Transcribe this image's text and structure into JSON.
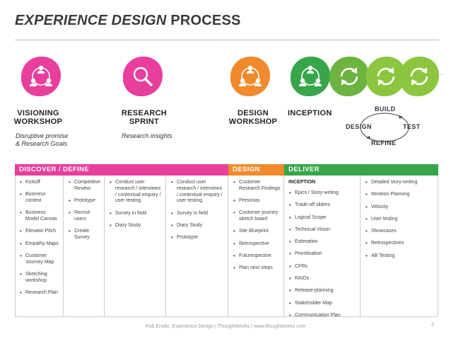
{
  "title": {
    "strong": "EXPERIENCE DESIGN",
    "rest": " PROCESS"
  },
  "stages": [
    {
      "label_line1": "VISIONING",
      "label_line2": "WORKSHOP",
      "sub_line1": "Disruptive promise",
      "sub_line2": "& Research Goals",
      "color": "#e83e9c",
      "icon": "people-cycle-icon"
    },
    {
      "label_line1": "RESEARCH",
      "label_line2": "SPRINT",
      "sub_line1": "Research insights",
      "color": "#e83e9c",
      "icon": "magnifier-icon"
    },
    {
      "label_line1": "DESIGN",
      "label_line2": "WORKSHOP",
      "color": "#f08a2c",
      "icon": "people-cycle-icon"
    },
    {
      "label_line1": "INCEPTION",
      "color": "#37a64a",
      "icon": "people-cycle-icon"
    }
  ],
  "cycle": {
    "build": "BUILD",
    "design": "DESIGN",
    "test": "TEST",
    "refine": "REFINE"
  },
  "cycle_colors": [
    "#6cb33f",
    "#8cc63f",
    "#8cc63f"
  ],
  "sections": [
    {
      "label": "DISCOVER / DEFINE",
      "color": "#e83e9c"
    },
    {
      "label": "DESIGN",
      "color": "#f08a2c"
    },
    {
      "label": "DELIVER",
      "color": "#37a64a"
    }
  ],
  "columns": [
    {
      "items": [
        "Kickoff",
        "Business context",
        "Business Model Canvas",
        "Elevator Pitch",
        "Empathy Maps",
        "Customer Journey Map",
        "Sketching workshop",
        "Research Plan"
      ]
    },
    {
      "items": [
        "Competitive Review",
        "Prototype",
        "Recruit users",
        "Create Survey"
      ]
    },
    {
      "items": [
        "Conduct user research / interviews / contextual enquiry / user testing",
        "Survey in field",
        "Diary Study"
      ]
    },
    {
      "items": [
        "Conduct user research / interviews / contextual enquiry / user testing",
        "Survey in field",
        "Diary Study",
        "Prototype"
      ]
    },
    {
      "items": [
        "Customer Research Findings",
        "Personas",
        "Customer journey sketch board",
        "Site Blueprint",
        "Retrospective",
        "Futurespective",
        "Plan next steps"
      ]
    },
    {
      "heading": "INCEPTION",
      "items": [
        "Epics / Story-writing",
        "Trade-off sliders",
        "Logical Scope",
        "Technical Vision",
        "Estimation",
        "Prioritisation",
        "CFRs",
        "RAIDs",
        "Release-planning",
        "Stakeholder Map",
        "Communication Plan"
      ]
    },
    {
      "items": [
        "Detailed story-writing",
        "Iteration Planning",
        "Velocity",
        "User testing",
        "Showcases",
        "Retrospectives",
        "AB Testing"
      ]
    }
  ],
  "footer": "Rob Enslin, Experience Design | ThoughtWorks | www.thoughtworks.com",
  "page_number": "8"
}
